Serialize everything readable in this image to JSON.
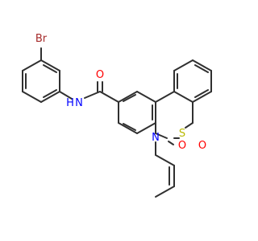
{
  "molecule": {
    "atoms": {
      "bromine": "Br",
      "amide_n": "N",
      "amide_h": "H",
      "carbonyl_o": "O",
      "ring_n": "N",
      "sulfur": "S",
      "sulfonyl_o1": "O",
      "sulfonyl_o2": "O"
    },
    "colors": {
      "bond": "#303030",
      "bromine": "#a52a2a",
      "nitrogen": "#0000ff",
      "oxygen": "#ff0000",
      "sulfur": "#b8b800",
      "carbon": "#303030"
    }
  }
}
